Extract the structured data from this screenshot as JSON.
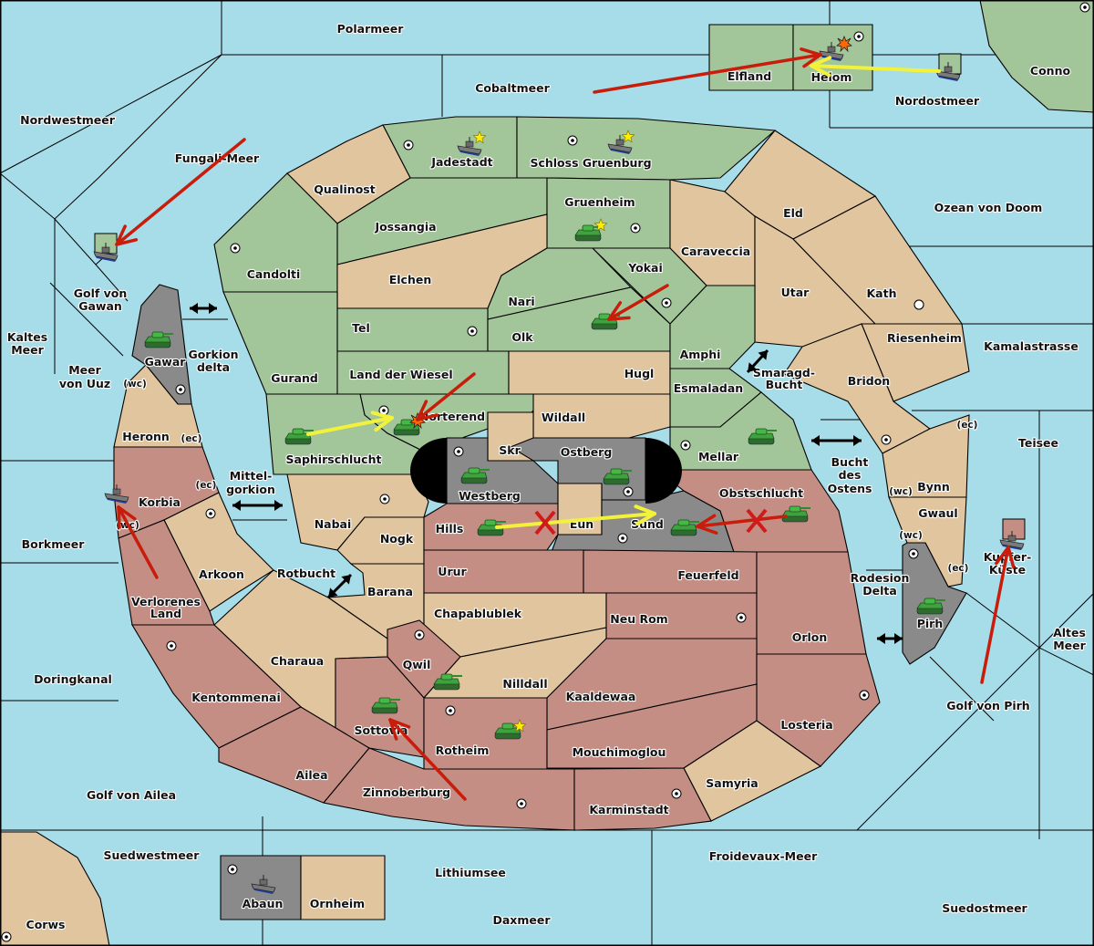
{
  "map_title": "",
  "colors": {
    "sea": "#a7dce9",
    "neutral": "#e0c59e",
    "green_power": "#a3c59a",
    "red_power": "#c48e85",
    "gray_power": "#8a8a8a",
    "unit_tank": "#3ea33e",
    "order_move": "#c81d0b",
    "order_support": "#f2f23a",
    "failed_mark": "#d11a1a",
    "supply_center": "#ffffff",
    "home_star": "#ffee00"
  },
  "territories": [
    {
      "id": "polarmeer",
      "name": "Polarmeer",
      "type": "sea"
    },
    {
      "id": "cobaltmeer",
      "name": "Cobaltmeer",
      "type": "sea"
    },
    {
      "id": "nordwestmeer",
      "name": "Nordwestmeer",
      "type": "sea"
    },
    {
      "id": "fungali",
      "name": "Fungali-Meer",
      "type": "sea"
    },
    {
      "id": "nordostmeer",
      "name": "Nordostmeer",
      "type": "sea"
    },
    {
      "id": "ozean",
      "name": "Ozean von Doom",
      "type": "sea"
    },
    {
      "id": "kamalastrasse",
      "name": "Kamalastrasse",
      "type": "sea"
    },
    {
      "id": "teisee",
      "name": "Teisee",
      "type": "sea"
    },
    {
      "id": "altesmeer",
      "name": "Altes Meer",
      "type": "sea"
    },
    {
      "id": "golfpirh",
      "name": "Golf von Pirh",
      "type": "sea"
    },
    {
      "id": "suedostmeer",
      "name": "Suedostmeer",
      "type": "sea"
    },
    {
      "id": "froidevaux",
      "name": "Froidevaux-Meer",
      "type": "sea"
    },
    {
      "id": "daxmeer",
      "name": "Daxmeer",
      "type": "sea"
    },
    {
      "id": "lithiumsee",
      "name": "Lithiumsee",
      "type": "sea"
    },
    {
      "id": "suedwestmeer",
      "name": "Suedwestmeer",
      "type": "sea"
    },
    {
      "id": "golfailea",
      "name": "Golf von Ailea",
      "type": "sea"
    },
    {
      "id": "doringkanal",
      "name": "Doringkanal",
      "type": "sea"
    },
    {
      "id": "borkmeer",
      "name": "Borkmeer",
      "type": "sea"
    },
    {
      "id": "kaltesmeer",
      "name": "Kaltes Meer",
      "type": "sea"
    },
    {
      "id": "meeruuz",
      "name": "Meer von Uuz",
      "type": "sea"
    },
    {
      "id": "golfgawan",
      "name": "Golf von Gawan",
      "type": "sea"
    },
    {
      "id": "gorkiondelta",
      "name": "Gorkion delta",
      "type": "sea"
    },
    {
      "id": "mittelgorkion",
      "name": "Mittel-gorkion",
      "type": "sea"
    },
    {
      "id": "rotbucht",
      "name": "Rotbucht",
      "type": "sea"
    },
    {
      "id": "smaragd",
      "name": "Smaragd-Bucht",
      "type": "sea"
    },
    {
      "id": "buchtostens",
      "name": "Bucht des Ostens",
      "type": "sea"
    },
    {
      "id": "rodesion",
      "name": "Rodesion Delta",
      "type": "sea"
    },
    {
      "id": "kupferkueste",
      "name": "Kupfer-Küste",
      "type": "sea"
    },
    {
      "id": "conno",
      "name": "Conno",
      "owner": "green",
      "sc": true
    },
    {
      "id": "elfland",
      "name": "Elfland",
      "owner": "green",
      "sc": false
    },
    {
      "id": "helom",
      "name": "Helom",
      "owner": "green",
      "sc": true
    },
    {
      "id": "jadestadt",
      "name": "Jadestadt",
      "owner": "green",
      "sc": true
    },
    {
      "id": "schloss",
      "name": "Schloss Gruenburg",
      "owner": "green",
      "sc": true
    },
    {
      "id": "qualinost",
      "name": "Qualinost",
      "owner": "neutral",
      "sc": false
    },
    {
      "id": "jossangia",
      "name": "Jossangia",
      "owner": "green",
      "sc": false
    },
    {
      "id": "gruenheim",
      "name": "Gruenheim",
      "owner": "green",
      "sc": true
    },
    {
      "id": "candolti",
      "name": "Candolti",
      "owner": "green",
      "sc": true
    },
    {
      "id": "elchen",
      "name": "Elchen",
      "owner": "neutral",
      "sc": false
    },
    {
      "id": "yokai",
      "name": "Yokai",
      "owner": "green",
      "sc": true
    },
    {
      "id": "nari",
      "name": "Nari",
      "owner": "green",
      "sc": false
    },
    {
      "id": "caraveccia",
      "name": "Caraveccia",
      "owner": "neutral",
      "sc": false
    },
    {
      "id": "eld",
      "name": "Eld",
      "owner": "neutral",
      "sc": false
    },
    {
      "id": "utar",
      "name": "Utar",
      "owner": "neutral",
      "sc": false
    },
    {
      "id": "kath",
      "name": "Kath",
      "owner": "neutral",
      "sc": true
    },
    {
      "id": "tel",
      "name": "Tel",
      "owner": "green",
      "sc": true
    },
    {
      "id": "olk",
      "name": "Olk",
      "owner": "green",
      "sc": false
    },
    {
      "id": "gurand",
      "name": "Gurand",
      "owner": "green",
      "sc": false
    },
    {
      "id": "landwiesel",
      "name": "Land der Wiesel",
      "owner": "green",
      "sc": false
    },
    {
      "id": "hugl",
      "name": "Hugl",
      "owner": "neutral",
      "sc": false
    },
    {
      "id": "amphi",
      "name": "Amphi",
      "owner": "green",
      "sc": false
    },
    {
      "id": "esmaladan",
      "name": "Esmaladan",
      "owner": "green",
      "sc": false
    },
    {
      "id": "riesenheim",
      "name": "Riesenheim",
      "owner": "neutral",
      "sc": false
    },
    {
      "id": "bridon",
      "name": "Bridon",
      "owner": "neutral",
      "sc": true
    },
    {
      "id": "norterend",
      "name": "Norterend",
      "owner": "green",
      "sc": true
    },
    {
      "id": "saphirschlucht",
      "name": "Saphirschlucht",
      "owner": "green",
      "sc": false
    },
    {
      "id": "wildall",
      "name": "Wildall",
      "owner": "neutral",
      "sc": false
    },
    {
      "id": "skr",
      "name": "Skr",
      "owner": "neutral",
      "sc": false
    },
    {
      "id": "ostberg",
      "name": "Ostberg",
      "owner": "gray",
      "sc": true
    },
    {
      "id": "westberg",
      "name": "Westberg",
      "owner": "gray",
      "sc": true
    },
    {
      "id": "mellar",
      "name": "Mellar",
      "owner": "green",
      "sc": true
    },
    {
      "id": "bynn",
      "name": "Bynn",
      "owner": "neutral",
      "sc": false
    },
    {
      "id": "gwaul",
      "name": "Gwaul",
      "owner": "neutral",
      "sc": false
    },
    {
      "id": "gawar",
      "name": "Gawar",
      "owner": "gray",
      "sc": true
    },
    {
      "id": "heronn",
      "name": "Heronn",
      "owner": "neutral",
      "sc": false
    },
    {
      "id": "korbia",
      "name": "Korbia",
      "owner": "red",
      "sc": false
    },
    {
      "id": "nabai",
      "name": "Nabai",
      "owner": "neutral",
      "sc": true
    },
    {
      "id": "nogk",
      "name": "Nogk",
      "owner": "neutral",
      "sc": false
    },
    {
      "id": "hills",
      "name": "Hills",
      "owner": "red",
      "sc": false
    },
    {
      "id": "eun",
      "name": "Eun",
      "owner": "neutral",
      "sc": false
    },
    {
      "id": "sund",
      "name": "Sund",
      "owner": "gray",
      "sc": true
    },
    {
      "id": "obstschlucht",
      "name": "Obstschlucht",
      "owner": "red",
      "sc": false
    },
    {
      "id": "arkoon",
      "name": "Arkoon",
      "owner": "neutral",
      "sc": true
    },
    {
      "id": "verlorenes",
      "name": "Verlorenes Land",
      "owner": "red",
      "sc": false
    },
    {
      "id": "barana",
      "name": "Barana",
      "owner": "neutral",
      "sc": false
    },
    {
      "id": "urur",
      "name": "Urur",
      "owner": "red",
      "sc": false
    },
    {
      "id": "feuerfeld",
      "name": "Feuerfeld",
      "owner": "red",
      "sc": false
    },
    {
      "id": "chapablublek",
      "name": "Chapablublek",
      "owner": "neutral",
      "sc": false
    },
    {
      "id": "neurom",
      "name": "Neu Rom",
      "owner": "red",
      "sc": true
    },
    {
      "id": "orlon",
      "name": "Orlon",
      "owner": "red",
      "sc": false
    },
    {
      "id": "pirh",
      "name": "Pirh",
      "owner": "gray",
      "sc": true
    },
    {
      "id": "charaua",
      "name": "Charaua",
      "owner": "neutral",
      "sc": false
    },
    {
      "id": "qwil",
      "name": "Qwil",
      "owner": "red",
      "sc": true
    },
    {
      "id": "nilldall",
      "name": "Nilldall",
      "owner": "neutral",
      "sc": false
    },
    {
      "id": "kentommenai",
      "name": "Kentommenai",
      "owner": "red",
      "sc": true
    },
    {
      "id": "kaaldewaa",
      "name": "Kaaldewaa",
      "owner": "red",
      "sc": false
    },
    {
      "id": "losteria",
      "name": "Losteria",
      "owner": "red",
      "sc": true
    },
    {
      "id": "sottovia",
      "name": "Sottovia",
      "owner": "red",
      "sc": false
    },
    {
      "id": "rotheim",
      "name": "Rotheim",
      "owner": "red",
      "sc": true
    },
    {
      "id": "mouchimoglou",
      "name": "Mouchimoglou",
      "owner": "red",
      "sc": false
    },
    {
      "id": "ailea",
      "name": "Ailea",
      "owner": "red",
      "sc": false
    },
    {
      "id": "samyria",
      "name": "Samyria",
      "owner": "neutral",
      "sc": false
    },
    {
      "id": "zinnoberburg",
      "name": "Zinnoberburg",
      "owner": "red",
      "sc": true
    },
    {
      "id": "karminstadt",
      "name": "Karminstadt",
      "owner": "red",
      "sc": true
    },
    {
      "id": "abaun",
      "name": "Abaun",
      "owner": "gray",
      "sc": true
    },
    {
      "id": "ornheim",
      "name": "Ornheim",
      "owner": "neutral",
      "sc": false
    },
    {
      "id": "corws",
      "name": "Corws",
      "owner": "neutral",
      "sc": true
    }
  ],
  "coast_labels": [
    "(wc)",
    "(ec)",
    "(ec)",
    "(wc)",
    "(ec)",
    "(wc)",
    "(wc)",
    "(ec)"
  ],
  "units": [
    {
      "type": "fleet",
      "at": "Fungali-Meer / Golf von Gawan",
      "owner": "green",
      "home_star": false
    },
    {
      "type": "fleet",
      "at": "Jadestadt",
      "owner": "green",
      "home_star": true
    },
    {
      "type": "fleet",
      "at": "Schloss Gruenburg",
      "owner": "green",
      "home_star": true
    },
    {
      "type": "fleet",
      "at": "Helom",
      "owner": "green",
      "home_star": false,
      "dislodged": true
    },
    {
      "type": "fleet",
      "at": "Nordostmeer",
      "owner": "green",
      "home_star": false
    },
    {
      "type": "army",
      "at": "Gruenheim",
      "owner": "green",
      "home_star": true
    },
    {
      "type": "army",
      "at": "Olk",
      "owner": "green",
      "home_star": false
    },
    {
      "type": "army",
      "at": "Gawar",
      "owner": "green",
      "home_star": false
    },
    {
      "type": "army",
      "at": "Saphirschlucht",
      "owner": "green",
      "home_star": false
    },
    {
      "type": "army",
      "at": "Norterend",
      "owner": "green",
      "home_star": false,
      "dislodged": true
    },
    {
      "type": "army",
      "at": "Westberg",
      "owner": "green",
      "home_star": false
    },
    {
      "type": "army",
      "at": "Ostberg",
      "owner": "green",
      "home_star": false
    },
    {
      "type": "army",
      "at": "Mellar",
      "owner": "green",
      "home_star": false
    },
    {
      "type": "army",
      "at": "Hills",
      "owner": "green",
      "home_star": false
    },
    {
      "type": "army",
      "at": "Sund",
      "owner": "green",
      "home_star": false
    },
    {
      "type": "army",
      "at": "Obstschlucht",
      "owner": "green",
      "home_star": false
    },
    {
      "type": "fleet",
      "at": "Korbia (wc)",
      "owner": "green",
      "home_star": false
    },
    {
      "type": "army",
      "at": "Pirh",
      "owner": "green",
      "home_star": false
    },
    {
      "type": "fleet",
      "at": "Kupfer-Küste",
      "owner": "red",
      "home_star": false
    },
    {
      "type": "army",
      "at": "Qwil",
      "owner": "green",
      "home_star": false
    },
    {
      "type": "army",
      "at": "Sottovia",
      "owner": "green",
      "home_star": false
    },
    {
      "type": "army",
      "at": "Rotheim",
      "owner": "green",
      "home_star": true
    },
    {
      "type": "fleet",
      "at": "Abaun",
      "owner": "gray",
      "home_star": false
    }
  ],
  "orders": [
    {
      "kind": "move",
      "from": "Fungali-Meer",
      "to": "Golf von Gawan"
    },
    {
      "kind": "move",
      "from": "Cobaltmeer",
      "to": "Helom"
    },
    {
      "kind": "support",
      "from": "Nordostmeer",
      "to": "Helom"
    },
    {
      "kind": "move",
      "from": "Yokai",
      "to": "Olk"
    },
    {
      "kind": "support",
      "from": "Saphirschlucht",
      "to": "Norterend"
    },
    {
      "kind": "move",
      "from": "Land der Wiesel",
      "to": "Norterend"
    },
    {
      "kind": "support",
      "from": "Hills",
      "to": "Sund",
      "failed": true
    },
    {
      "kind": "move",
      "from": "Obstschlucht",
      "to": "Sund",
      "failed": true
    },
    {
      "kind": "move",
      "from": "Verlorenes Land",
      "to": "Korbia (wc)"
    },
    {
      "kind": "move",
      "from": "Zinnoberburg",
      "to": "Sottovia"
    },
    {
      "kind": "move",
      "from": "Golf von Pirh",
      "to": "Kupfer-Küste"
    }
  ],
  "convoy_arrows": [
    "Golf von Gawan ↔ Gorkion delta",
    "Mittel-gorkion ↔ Saphirschlucht",
    "Rotbucht ↔ Barana",
    "Smaragd-Bucht ↔ Amphi",
    "Bucht des Ostens ↔ Mellar",
    "Rodesion Delta ↔ Pirh"
  ]
}
